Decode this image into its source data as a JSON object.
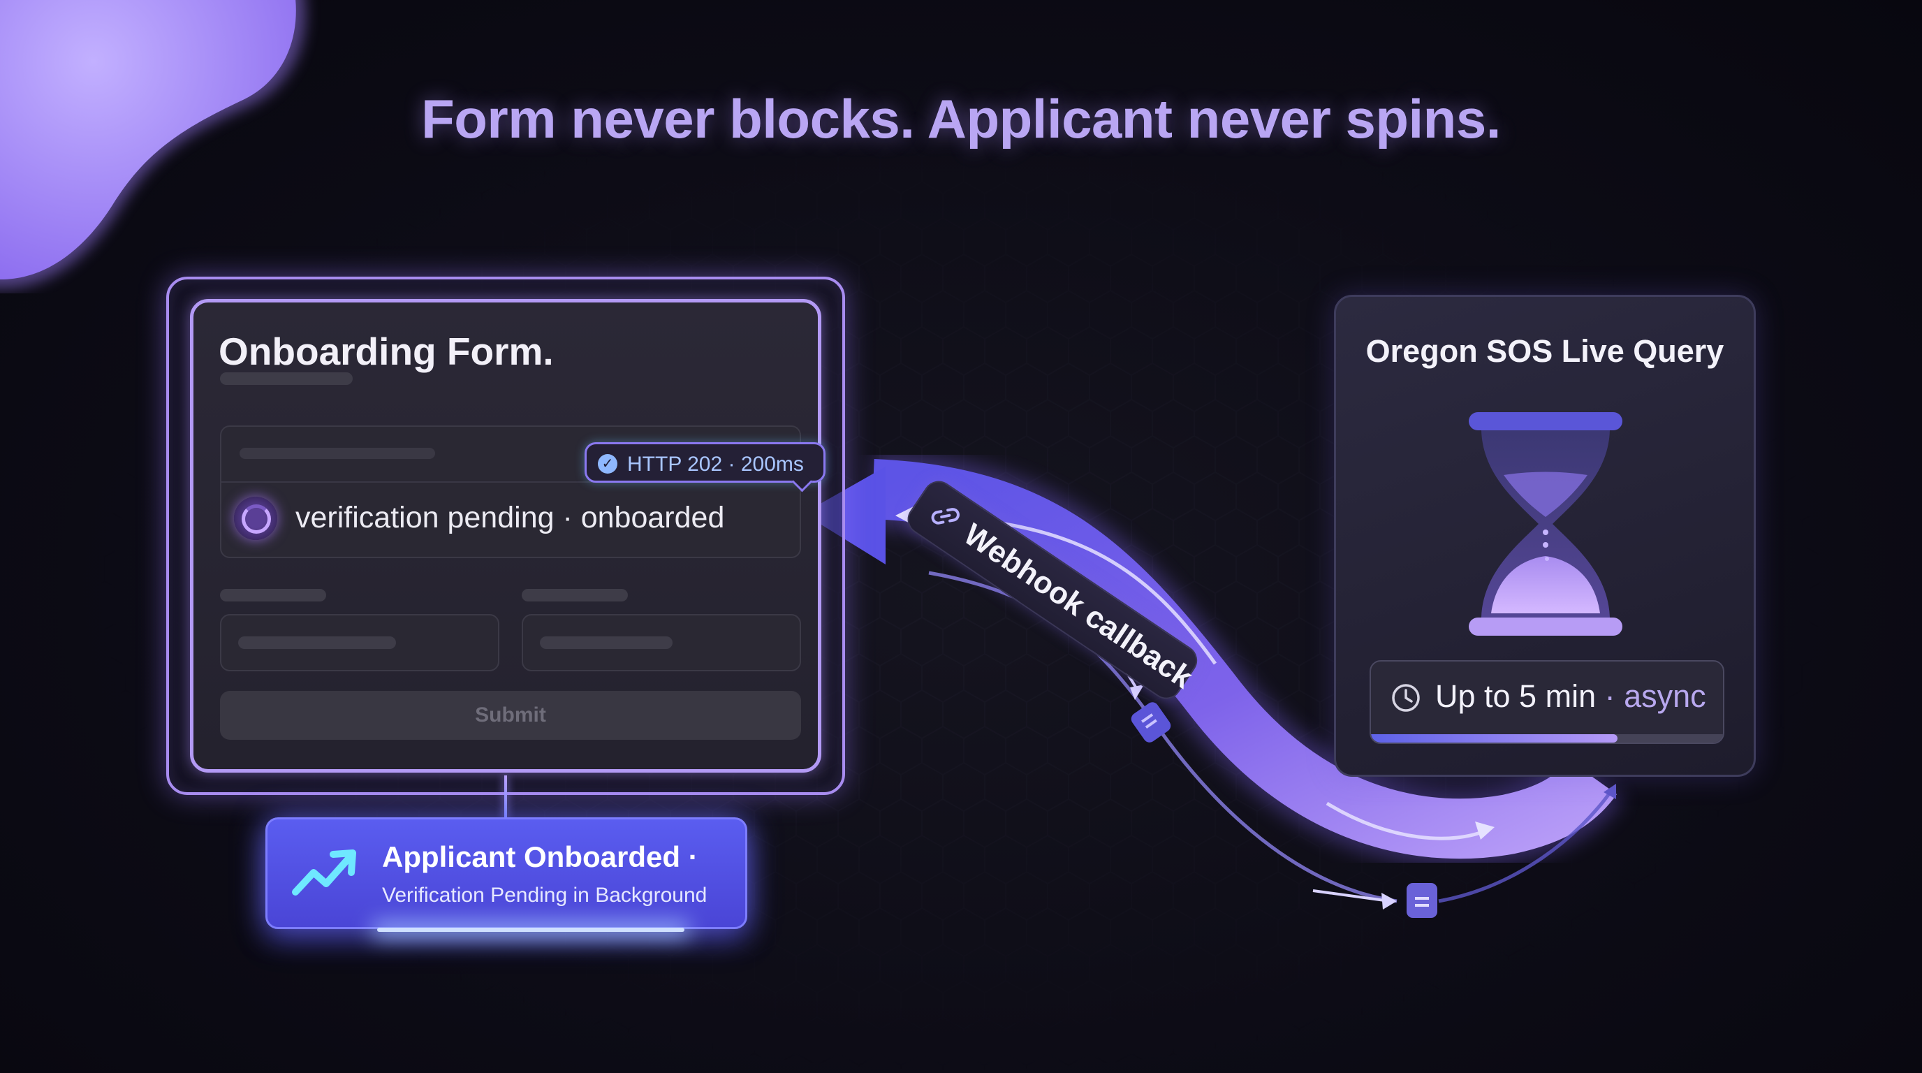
{
  "headline": "Form never blocks. Applicant never spins.",
  "form": {
    "title": "Onboarding Form.",
    "http_badge": "HTTP 202 · 200ms",
    "status_text": "verification pending · onboarded",
    "submit_label": "Submit"
  },
  "onboarded": {
    "title": "Applicant Onboarded ·",
    "subtitle": "Verification Pending in Background"
  },
  "webhook_label": "Webhook callback",
  "sos": {
    "title": "Oregon SOS Live Query",
    "timer_main": "Up to 5 min",
    "timer_suffix": " · async",
    "progress": 0.7
  },
  "colors": {
    "accent_purple": "#b39af5",
    "accent_blue": "#5a5df0",
    "background": "#0d0c16"
  },
  "icons": [
    "check-icon",
    "trend-up-icon",
    "link-icon",
    "hourglass-icon",
    "clock-icon",
    "document-icon"
  ]
}
